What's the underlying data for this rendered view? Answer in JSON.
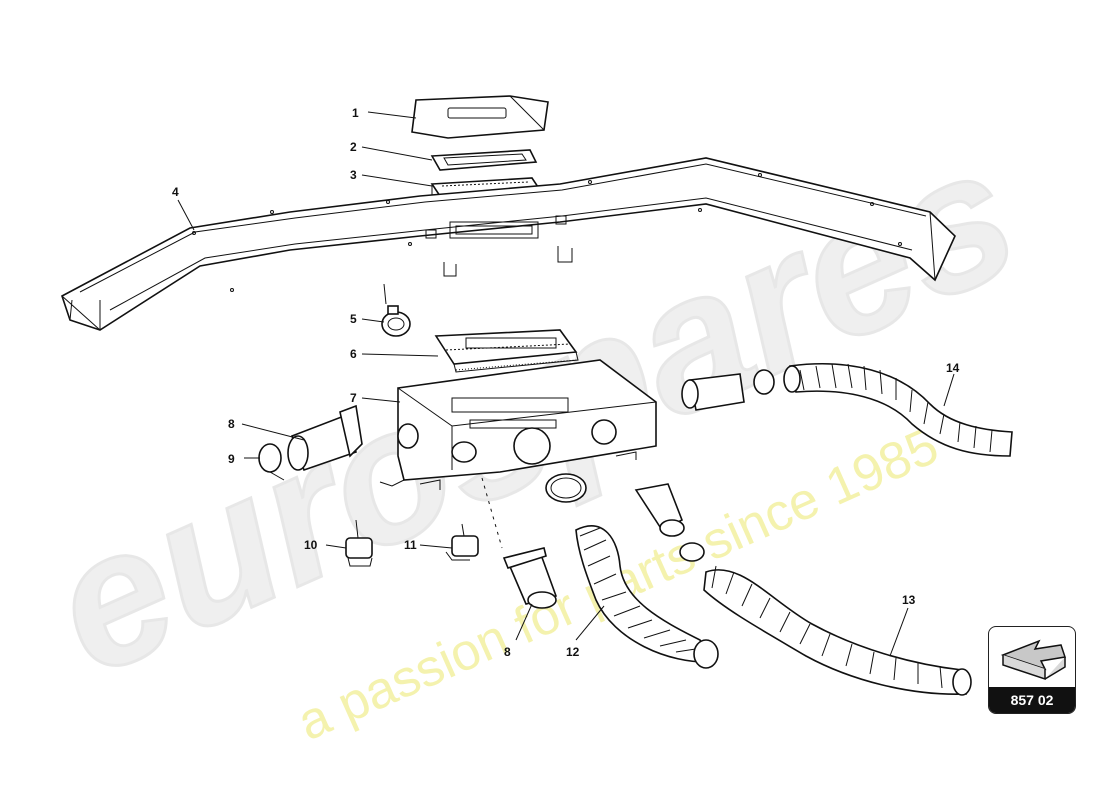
{
  "watermark": {
    "brand": "eurospares",
    "tagline": "a passion for parts since 1985"
  },
  "callouts": [
    {
      "id": "1",
      "text": "1"
    },
    {
      "id": "2",
      "text": "2"
    },
    {
      "id": "3",
      "text": "3"
    },
    {
      "id": "4",
      "text": "4"
    },
    {
      "id": "5",
      "text": "5"
    },
    {
      "id": "6",
      "text": "6"
    },
    {
      "id": "7",
      "text": "7"
    },
    {
      "id": "8a",
      "text": "8"
    },
    {
      "id": "9",
      "text": "9"
    },
    {
      "id": "10",
      "text": "10"
    },
    {
      "id": "11",
      "text": "11"
    },
    {
      "id": "8b",
      "text": "8"
    },
    {
      "id": "12",
      "text": "12"
    },
    {
      "id": "13",
      "text": "13"
    },
    {
      "id": "14",
      "text": "14"
    }
  ],
  "reference": {
    "code": "857 02",
    "icon": "arrow-icon",
    "icon_color": "#c8c8c8"
  },
  "colors": {
    "watermark_brand": "#e6e6e6",
    "watermark_tagline": "#f2ef9c",
    "line": "#111111"
  }
}
